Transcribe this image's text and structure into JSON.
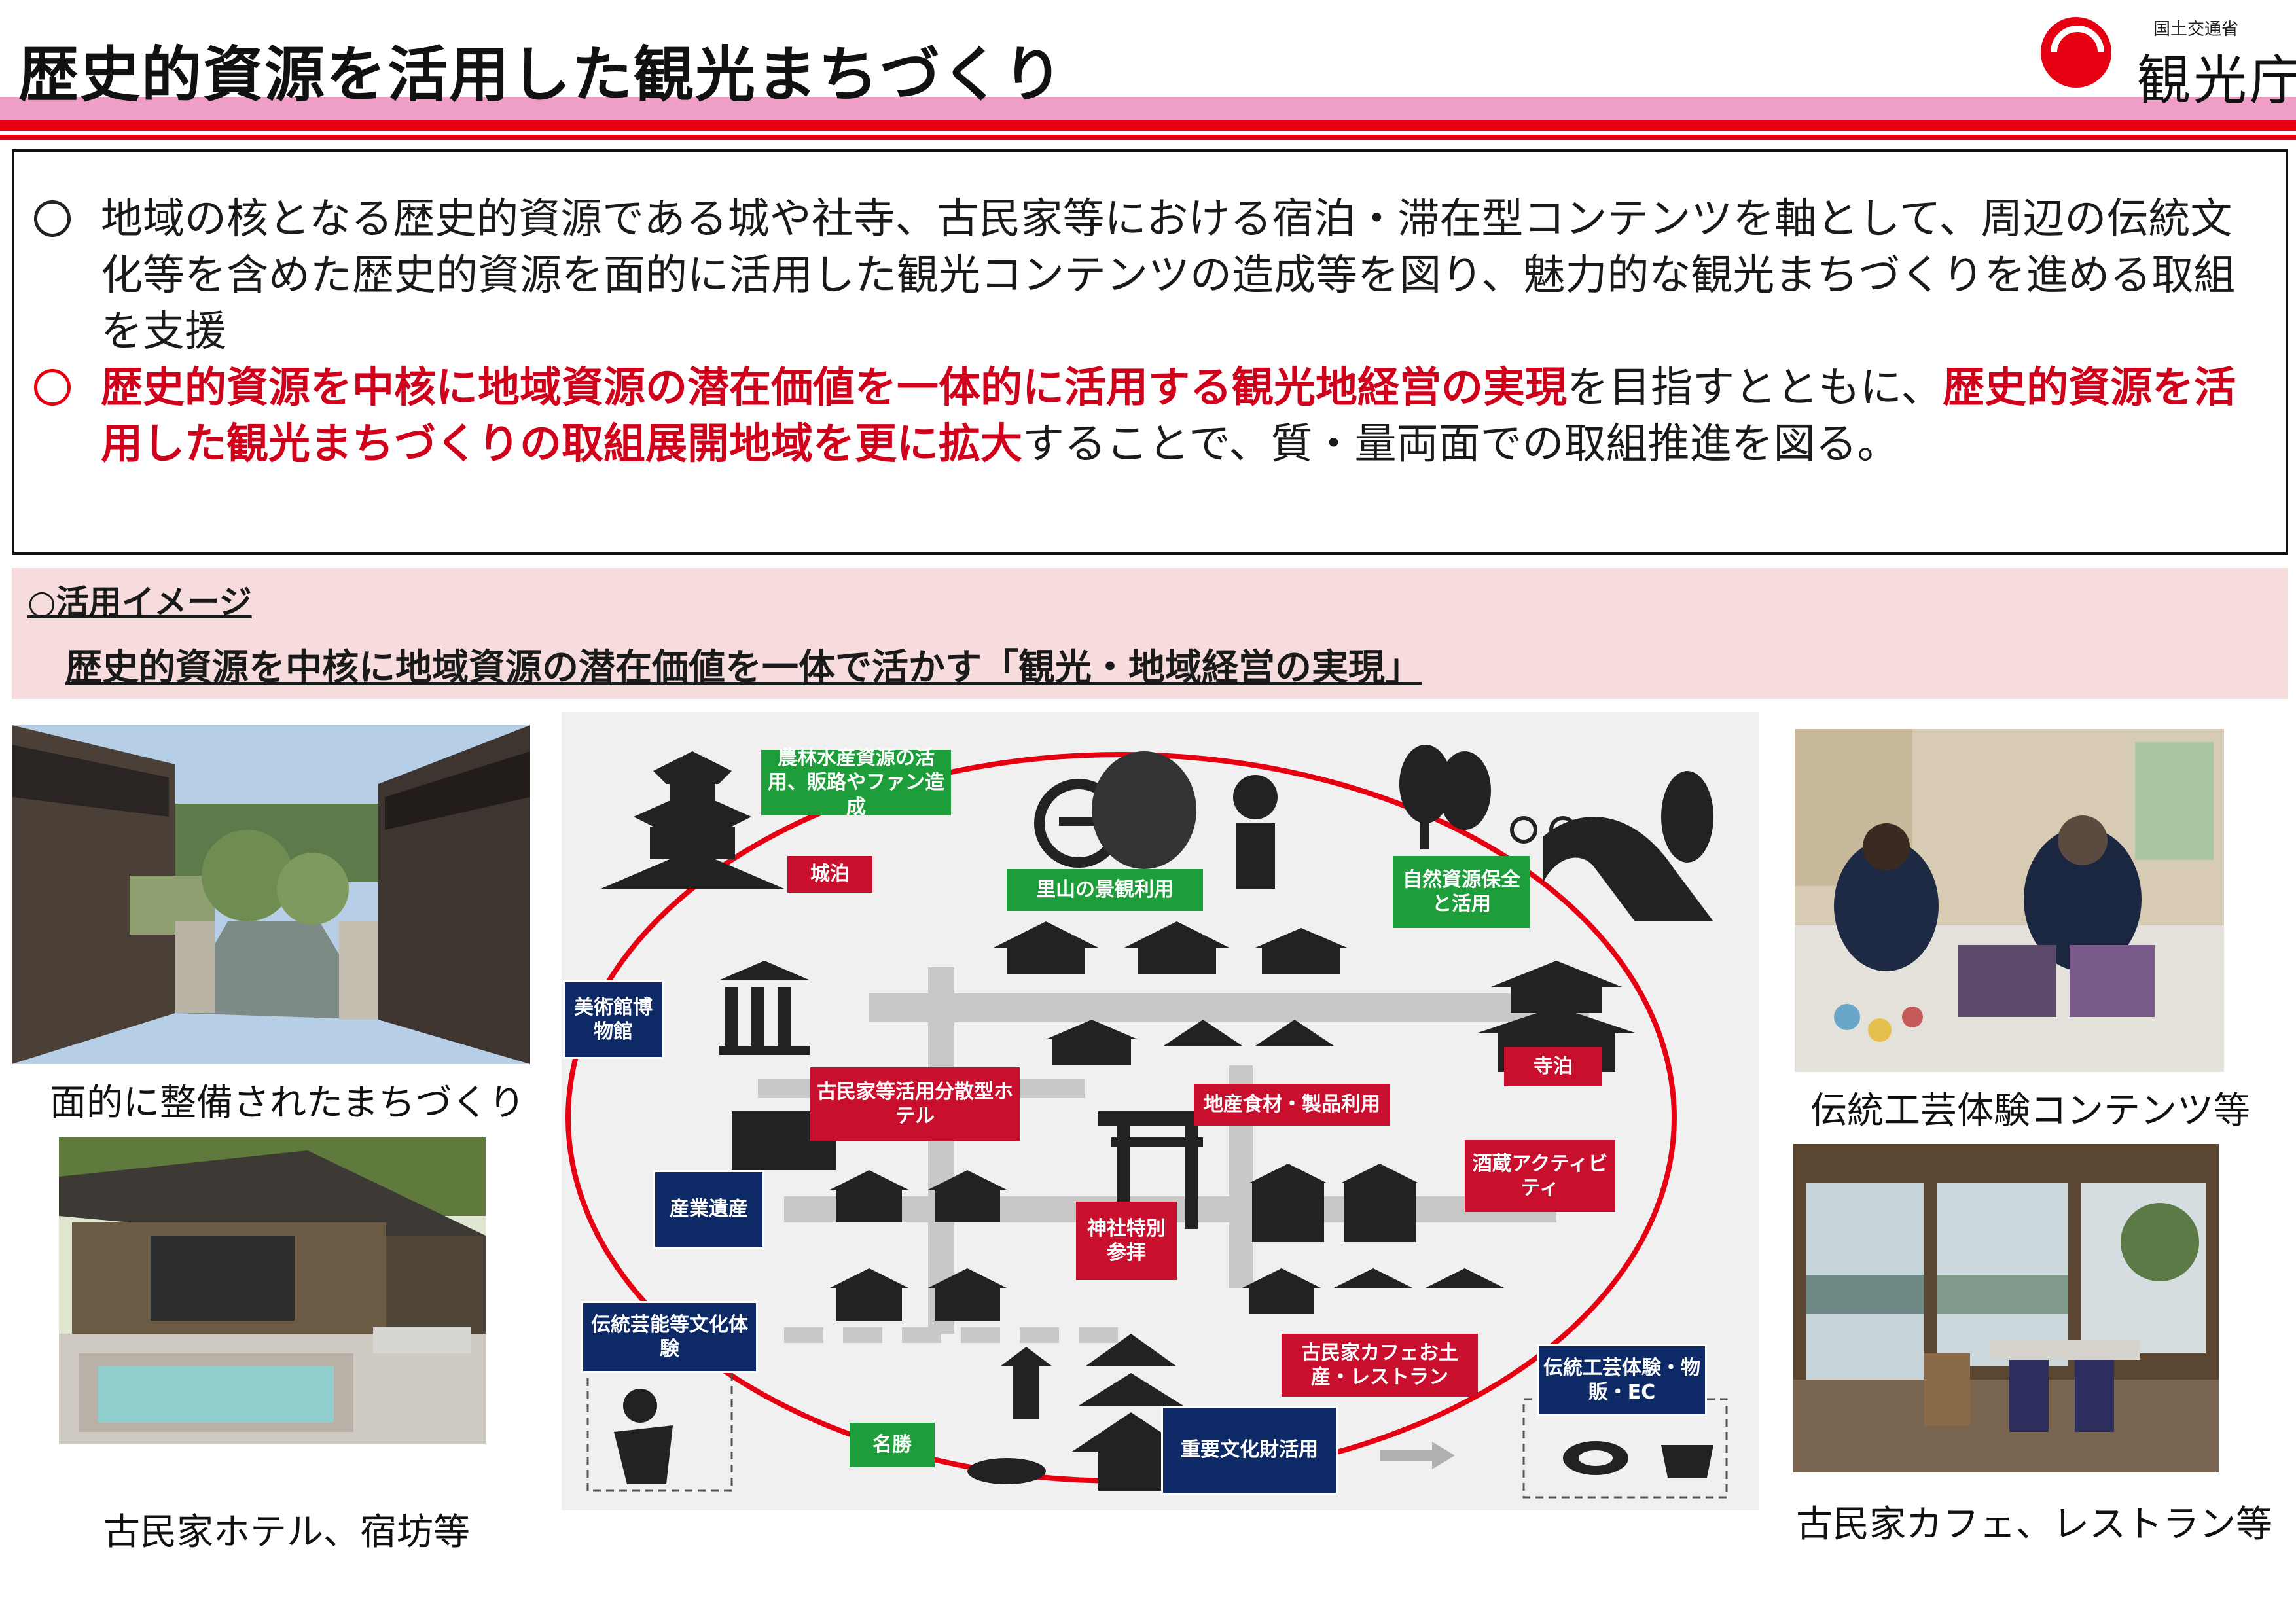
{
  "header": {
    "title": "歴史的資源を活用した観光まちづくり",
    "logo_ministry": "国土交通省",
    "logo_agency": "観光庁"
  },
  "summary": {
    "p1": "地域の核となる歴史的資源である城や社寺、古民家等における宿泊・滞在型コンテンツを軸として、周辺の伝統文化等を含めた歴史的資源を面的に活用した観光コンテンツの造成等を図り、魅力的な観光まちづくりを進める取組を支援",
    "p2_bold1": "歴史的資源を中核に地域資源の潜在価値を一体的に活用する観光地経営の実現",
    "p2_plain1": "を目指すとともに、",
    "p2_bold2": "歴史的資源を活用した観光まちづくりの取組展開地域を更に拡大",
    "p2_plain2": "することで、質・量両面での取組推進を図る。"
  },
  "section": {
    "heading": "○活用イメージ",
    "subheading": "歴史的資源を中核に地域資源の潜在価値を一体で活かす「観光・地域経営の実現」"
  },
  "captions": {
    "left_top": "面的に整備されたまちづくり",
    "left_bottom": "古民家ホテル、宿坊等",
    "right_top": "伝統工芸体験コンテンツ等",
    "right_bottom": "古民家カフェ、レストラン等"
  },
  "diagram": {
    "tags": {
      "agri": "農林水産資源の活用、販路やファン造成",
      "castle_stay": "城泊",
      "satoyama": "里山の景観利用",
      "nature": "自然資源保全と活用",
      "museum": "美術館博物館",
      "temple_stay": "寺泊",
      "kominka_hotel": "古民家等活用分散型ホテル",
      "local_food": "地産食材・製品利用",
      "sake": "酒蔵アクティビティ",
      "industrial": "産業遺産",
      "shrine": "神社特別参拝",
      "performing": "伝統芸能等文化体験",
      "cafe": "古民家カフェお土産・レストラン",
      "crafts": "伝統工芸体験・物販・EC",
      "scenic": "名勝",
      "cultural_property": "重要文化財活用"
    }
  },
  "colors": {
    "accent_red": "#e60012",
    "pink_band": "#ef9ec6",
    "tag_green": "#1e9e3a",
    "tag_red": "#c8102e",
    "tag_navy": "#0e2a66"
  }
}
